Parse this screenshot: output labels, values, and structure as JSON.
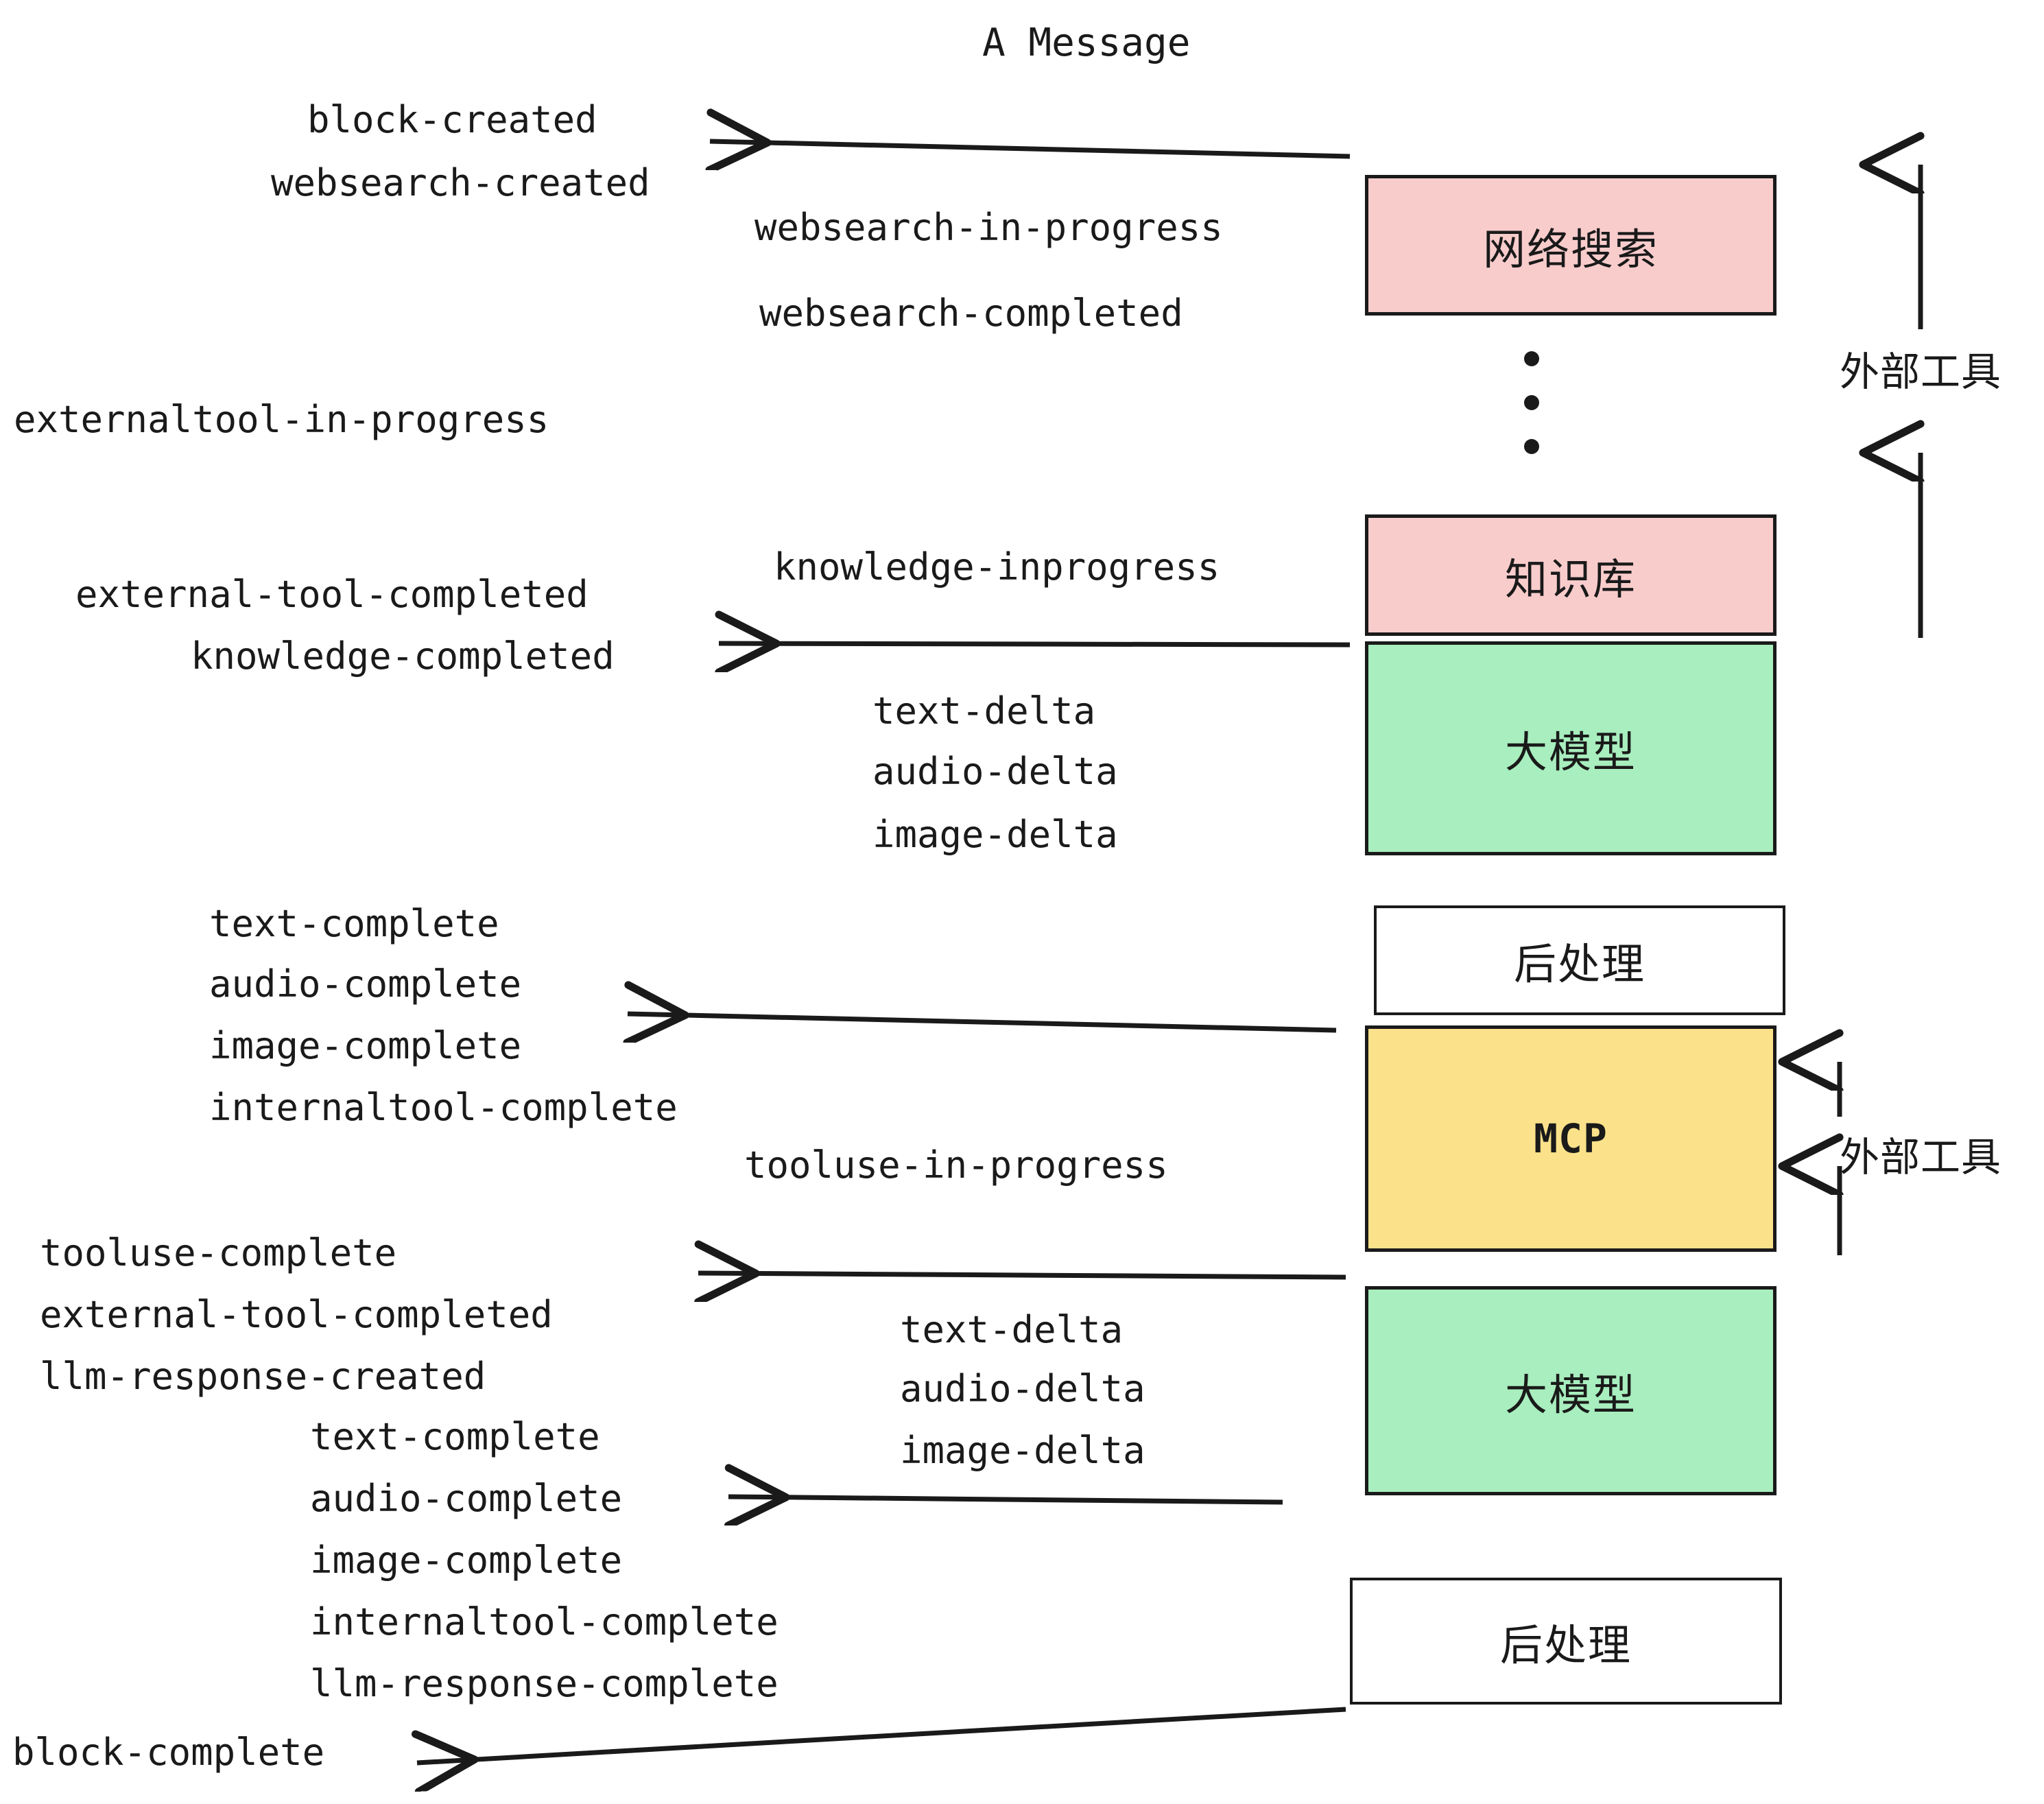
{
  "title": "A Message",
  "boxes": [
    {
      "id": "websearch",
      "label": "网络搜索",
      "color": "#f9cccc",
      "kind": "cn"
    },
    {
      "id": "knowledge",
      "label": "知识库",
      "color": "#f9cccc",
      "kind": "cn"
    },
    {
      "id": "llm-1",
      "label": "大模型",
      "color": "#a8eebe",
      "kind": "cn"
    },
    {
      "id": "postproc-1",
      "label": "后处理",
      "color": "#ffffff",
      "kind": "cn"
    },
    {
      "id": "mcp",
      "label": "MCP",
      "color": "#fbe28a",
      "kind": "mono"
    },
    {
      "id": "llm-2",
      "label": "大模型",
      "color": "#a8eebe",
      "kind": "cn"
    },
    {
      "id": "postproc-2",
      "label": "后处理",
      "color": "#ffffff",
      "kind": "cn"
    }
  ],
  "side_labels": [
    {
      "id": "external-tools-top",
      "label": "外部工具"
    },
    {
      "id": "external-tools-bottom",
      "label": "外部工具"
    }
  ],
  "events": [
    {
      "id": "block-created",
      "label": "block-created"
    },
    {
      "id": "websearch-created",
      "label": "websearch-created"
    },
    {
      "id": "websearch-in-progress",
      "label": "websearch-in-progress"
    },
    {
      "id": "websearch-completed",
      "label": "websearch-completed"
    },
    {
      "id": "externaltool-in-progress",
      "label": "externaltool-in-progress"
    },
    {
      "id": "knowledge-inprogress",
      "label": "knowledge-inprogress"
    },
    {
      "id": "external-tool-completed-1",
      "label": "external-tool-completed"
    },
    {
      "id": "knowledge-completed",
      "label": "knowledge-completed"
    },
    {
      "id": "text-delta-1",
      "label": "text-delta"
    },
    {
      "id": "audio-delta-1",
      "label": "audio-delta"
    },
    {
      "id": "image-delta-1",
      "label": "image-delta"
    },
    {
      "id": "text-complete-1",
      "label": "text-complete"
    },
    {
      "id": "audio-complete-1",
      "label": "audio-complete"
    },
    {
      "id": "image-complete-1",
      "label": "image-complete"
    },
    {
      "id": "internaltool-complete-1",
      "label": "internaltool-complete"
    },
    {
      "id": "tooluse-in-progress",
      "label": "tooluse-in-progress"
    },
    {
      "id": "tooluse-complete",
      "label": "tooluse-complete"
    },
    {
      "id": "external-tool-completed-2",
      "label": "external-tool-completed"
    },
    {
      "id": "llm-response-created",
      "label": "llm-response-created"
    },
    {
      "id": "text-delta-2",
      "label": "text-delta"
    },
    {
      "id": "audio-delta-2",
      "label": "audio-delta"
    },
    {
      "id": "image-delta-2",
      "label": "image-delta"
    },
    {
      "id": "text-complete-2",
      "label": "text-complete"
    },
    {
      "id": "audio-complete-2",
      "label": "audio-complete"
    },
    {
      "id": "image-complete-2",
      "label": "image-complete"
    },
    {
      "id": "internaltool-complete-2",
      "label": "internaltool-complete"
    },
    {
      "id": "llm-response-complete",
      "label": "llm-response-complete"
    },
    {
      "id": "block-complete",
      "label": "block-complete"
    }
  ],
  "colors": {
    "stroke": "#1a1a1a",
    "pink": "#f9cccc",
    "green": "#a8eebe",
    "yellow": "#fbe28a",
    "white": "#ffffff",
    "background": "#ffffff"
  }
}
